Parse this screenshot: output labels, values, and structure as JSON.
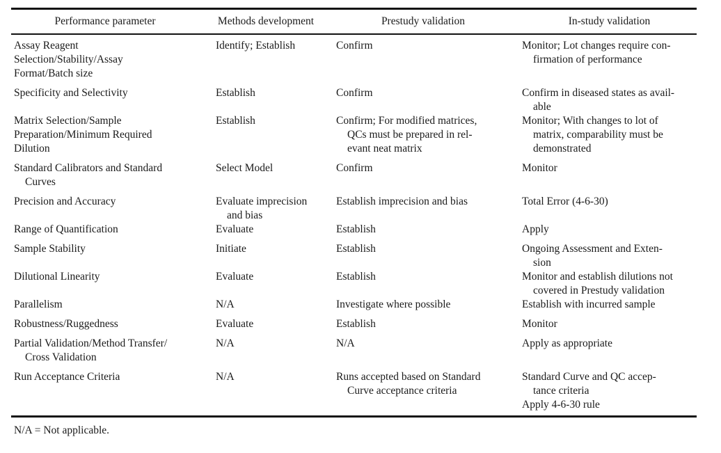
{
  "table": {
    "headers": [
      "Performance parameter",
      "Methods development",
      "Prestudy validation",
      "In-study validation"
    ],
    "rows": [
      {
        "param": [
          "Assay Reagent",
          "Selection/Stability/Assay",
          "Format/Batch size"
        ],
        "dev": [
          "Identify; Establish"
        ],
        "pre": [
          "Confirm"
        ],
        "in": [
          "Monitor; Lot changes require con-",
          "firmation of performance"
        ]
      },
      {
        "param": [
          "Specificity and Selectivity"
        ],
        "dev": [
          "Establish"
        ],
        "pre": [
          "Confirm"
        ],
        "in": [
          "Confirm in diseased states as avail-",
          "able"
        ]
      },
      {
        "param": [
          "Matrix Selection/Sample",
          "Preparation/Minimum Required",
          "Dilution"
        ],
        "dev": [
          "Establish"
        ],
        "pre": [
          "Confirm; For modified matrices,",
          "QCs must be prepared in rel-",
          "evant neat matrix"
        ],
        "in": [
          "Monitor; With changes to lot of",
          "matrix, comparability must be",
          "demonstrated"
        ]
      },
      {
        "param": [
          "Standard Calibrators and Standard",
          "Curves"
        ],
        "dev": [
          "Select Model"
        ],
        "pre": [
          "Confirm"
        ],
        "in": [
          "Monitor"
        ]
      },
      {
        "param": [
          "Precision and Accuracy"
        ],
        "dev": [
          "Evaluate imprecision",
          "and bias"
        ],
        "pre": [
          "Establish imprecision and bias"
        ],
        "in": [
          "Total Error (4-6-30)"
        ]
      },
      {
        "param": [
          "Range of Quantification"
        ],
        "dev": [
          "Evaluate"
        ],
        "pre": [
          "Establish"
        ],
        "in": [
          "Apply"
        ]
      },
      {
        "param": [
          "Sample Stability"
        ],
        "dev": [
          "Initiate"
        ],
        "pre": [
          "Establish"
        ],
        "in": [
          "Ongoing Assessment and Exten-",
          "sion"
        ]
      },
      {
        "param": [
          "Dilutional Linearity"
        ],
        "dev": [
          "Evaluate"
        ],
        "pre": [
          "Establish"
        ],
        "in": [
          "Monitor and establish dilutions not",
          "covered in Prestudy validation"
        ]
      },
      {
        "param": [
          "Parallelism"
        ],
        "dev": [
          "N/A"
        ],
        "pre": [
          "Investigate where possible"
        ],
        "in": [
          "Establish with incurred sample"
        ]
      },
      {
        "param": [
          "Robustness/Ruggedness"
        ],
        "dev": [
          "Evaluate"
        ],
        "pre": [
          "Establish"
        ],
        "in": [
          "Monitor"
        ]
      },
      {
        "param": [
          "Partial Validation/Method Transfer/",
          "Cross Validation"
        ],
        "dev": [
          "N/A"
        ],
        "pre": [
          "N/A"
        ],
        "in": [
          "Apply as appropriate"
        ]
      },
      {
        "param": [
          "Run Acceptance Criteria"
        ],
        "dev": [
          "N/A"
        ],
        "pre": [
          "Runs accepted based on Standard",
          "Curve acceptance criteria"
        ],
        "in": [
          "Standard Curve and QC accep-",
          "tance criteria",
          "Apply 4-6-30 rule"
        ]
      }
    ]
  },
  "footnote": "N/A = Not applicable."
}
